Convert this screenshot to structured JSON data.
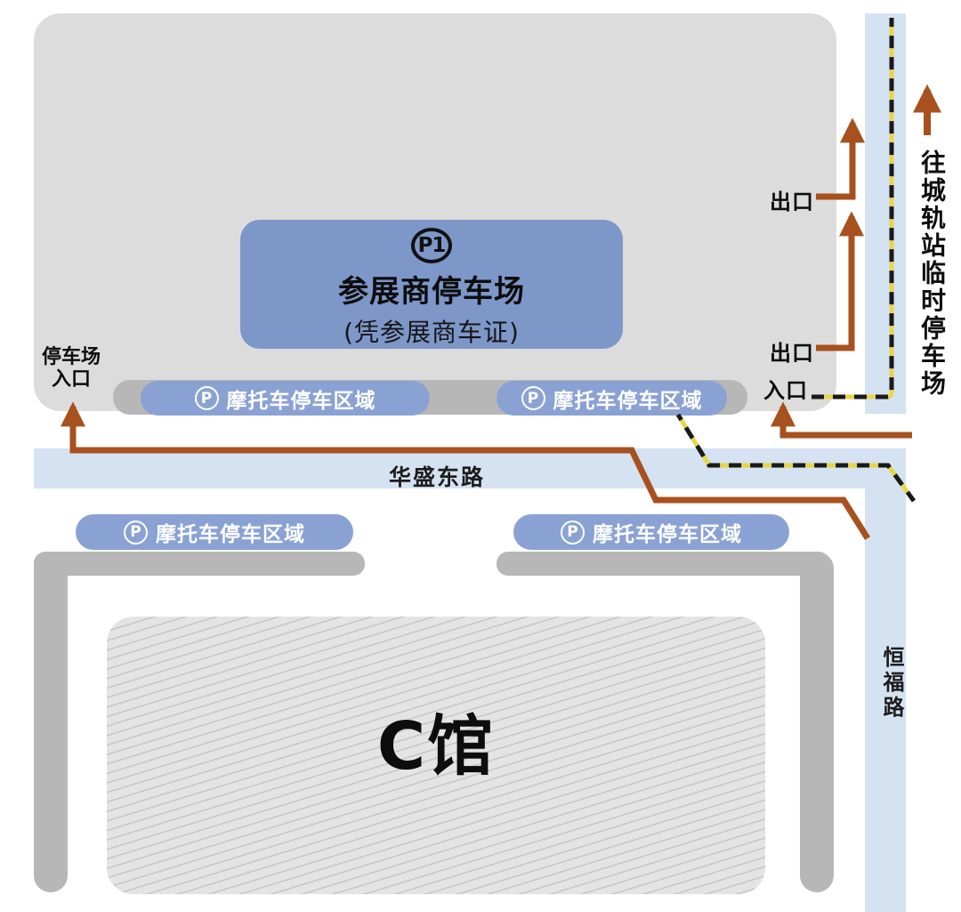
{
  "diagram": {
    "exhibitor_lot": {
      "badge": "P1",
      "title": "参展商停车场",
      "subtitle": "(凭参展商车证)"
    },
    "lot_entrance": {
      "line1": "停车场",
      "line2": "入口"
    },
    "gates": {
      "exit_label": "出口",
      "entrance_label": "入口"
    },
    "rail_note": "往城轨站临时停车场",
    "motorcycle_zone": {
      "p_icon": "P",
      "label": "摩托车停车区域"
    },
    "roads": {
      "huasheng_east": "华盛东路",
      "hengfu": "恒福路"
    },
    "hall_c": "C馆",
    "colors": {
      "route_arrow_brown": "#A7511E",
      "walk_route_yellow": "#E8D64A",
      "walk_route_black": "#1A1A1A",
      "road_blue": "#D5E2F2",
      "zone_pill_blue": "#8AA2D3",
      "lot_box_blue": "#7E97C9",
      "lot_area_gray": "#DCDCDC",
      "wall_gray": "#B7B7B7"
    }
  }
}
